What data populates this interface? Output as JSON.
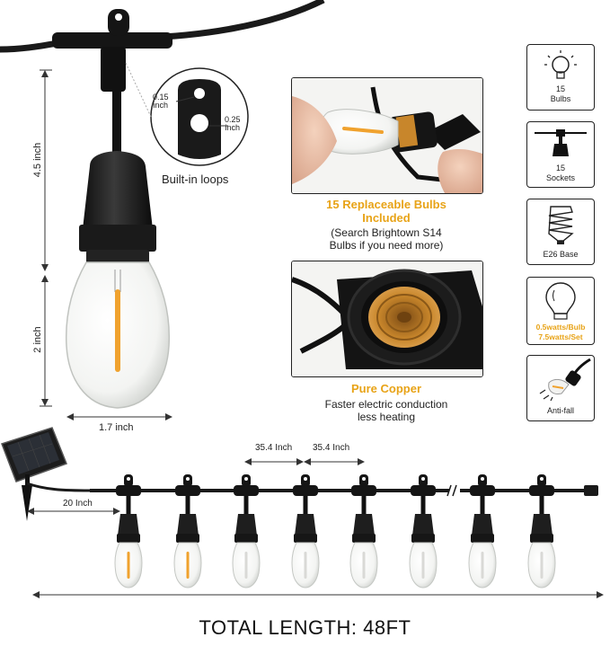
{
  "dimensions": {
    "height_label": "4.5 inch",
    "bulb_height_label": "2 inch",
    "bulb_width_label": "1.7 inch",
    "loop_small_label": "0.15\ninch",
    "loop_large_label": "0.25\ninch",
    "loops_caption": "Built-in loops",
    "spacing_label_1": "35.4 Inch",
    "spacing_label_2": "35.4 Inch",
    "lead_label": "20 Inch"
  },
  "features": [
    {
      "icon": "bulb-icon",
      "label": "15\nBulbs"
    },
    {
      "icon": "socket-icon",
      "label": "15\nSockets"
    },
    {
      "icon": "e26-base-icon",
      "label": "E26 Base"
    },
    {
      "icon": "bulb-outline-icon",
      "label": "0.5watts/Bulb\n7.5watts/Set"
    },
    {
      "icon": "anti-fall-icon",
      "label": "Anti-fall"
    }
  ],
  "panels": {
    "replaceable_title": "15 Replaceable Bulbs\nIncluded",
    "replaceable_sub": "(Search Brightown S14\nBulbs if you need more)",
    "copper_title": "Pure Copper",
    "copper_sub": "Faster electric conduction\nless heating"
  },
  "total_length": "TOTAL LENGTH: 48FT",
  "colors": {
    "accent": "#e8a317",
    "cable": "#1a1a1a",
    "filament": "#f0a22e",
    "copper": "#c8862b"
  }
}
